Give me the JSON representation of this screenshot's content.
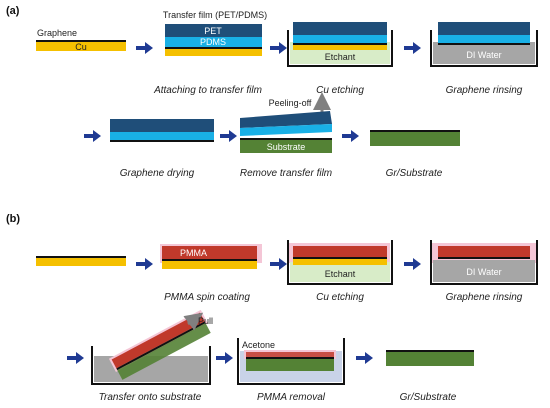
{
  "colors": {
    "cu": "#f5c000",
    "pet": "#1f4e79",
    "pdms": "#19b0e6",
    "etchant": "#d8ecc8",
    "di_water": "#a6a6a6",
    "substrate": "#548235",
    "pmma": "#c0392b",
    "pmma_glow": "#f4c6d6",
    "acetone": "#c9d3e8",
    "arrow": "#1f3a93",
    "graphene": "#111111"
  },
  "panel_a": {
    "label": "(a)",
    "graphene": "Graphene",
    "cu": "Cu",
    "transfer_film": "Transfer film (PET/PDMS)",
    "pet": "PET",
    "pdms": "PDMS",
    "etchant": "Etchant",
    "di_water": "DI Water",
    "peeling": "Peeling-off",
    "substrate": "Substrate",
    "captions": {
      "attach": "Attaching to transfer film",
      "etch": "Cu etching",
      "rinse": "Graphene rinsing",
      "dry": "Graphene drying",
      "remove": "Remove transfer film",
      "result": "Gr/Substrate"
    }
  },
  "panel_b": {
    "label": "(b)",
    "pmma": "PMMA",
    "etchant": "Etchant",
    "di_water": "DI Water",
    "pull": "Pull",
    "acetone": "Acetone",
    "captions": {
      "spin": "PMMA spin coating",
      "etch": "Cu etching",
      "rinse": "Graphene rinsing",
      "transfer": "Transfer onto substrate",
      "removal": "PMMA removal",
      "result": "Gr/Substrate"
    }
  }
}
